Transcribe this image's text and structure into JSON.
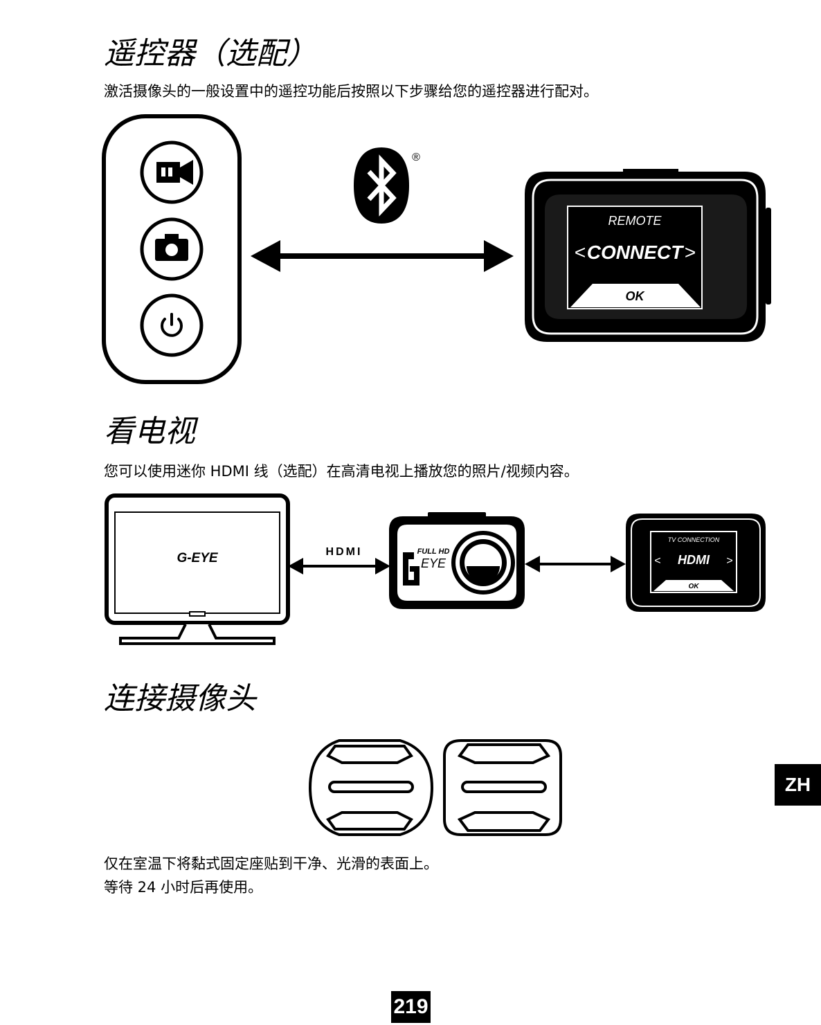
{
  "remote_section": {
    "heading": "遥控器（选配）",
    "instruction": "激活摄像头的一般设置中的遥控功能后按照以下步骤给您的遥控器进行配对。",
    "registered_mark": "®",
    "camera_screen": {
      "title": "REMOTE",
      "value": "CONNECT",
      "left_arrow": "<",
      "right_arrow": ">",
      "ok": "OK"
    },
    "remote_buttons": [
      "video-camera-icon",
      "camera-icon",
      "power-icon"
    ]
  },
  "tv_section": {
    "heading": "看电视",
    "instruction": "您可以使用迷你 HDMI 线（选配）在高清电视上播放您的照片/视频内容。",
    "tv_screen_text": "G-EYE",
    "hdmi_logo": "HDMI",
    "camera_front_brand": "FULL HD",
    "camera_front_logo": "EYE",
    "camera_screen": {
      "title": "TV CONNECTION",
      "value": "HDMI",
      "left_arrow": "<",
      "right_arrow": ">",
      "ok": "OK"
    }
  },
  "mount_section": {
    "heading": "连接摄像头",
    "line1": "仅在室温下将黏式固定座贴到干净、光滑的表面上。",
    "line2": "等待 24 小时后再使用。"
  },
  "language_tab": "ZH",
  "page_number": "219"
}
